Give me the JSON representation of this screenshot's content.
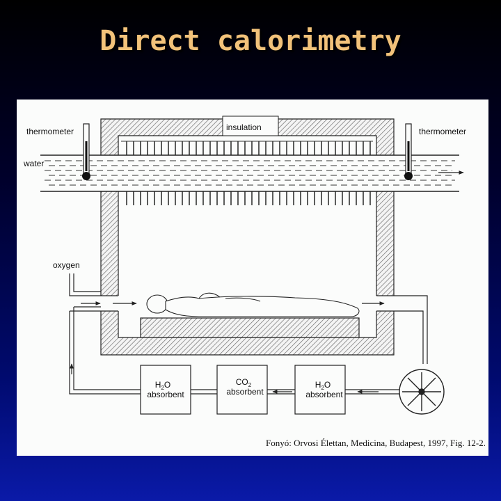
{
  "slide": {
    "title": "Direct calorimetry"
  },
  "labels": {
    "insulation": "insulation",
    "thermometer_left": "thermometer",
    "thermometer_right": "thermometer",
    "water": "water",
    "oxygen": "oxygen",
    "absorbent_1_formula": "H",
    "absorbent_1_sub": "2",
    "absorbent_1_formula_rest": "O",
    "absorbent_1_word": "absorbent",
    "absorbent_2_formula": "CO",
    "absorbent_2_sub": "2",
    "absorbent_2_word": "absorbent",
    "absorbent_3_formula": "H",
    "absorbent_3_sub": "2",
    "absorbent_3_formula_rest": "O",
    "absorbent_3_word": "absorbent"
  },
  "caption": "Fonyó: Orvosi Élettan, Medicina, Budapest, 1997, Fig. 12-2.",
  "colors": {
    "title": "#f2c27a",
    "panel": "#fbfcfb",
    "line": "#222222"
  }
}
